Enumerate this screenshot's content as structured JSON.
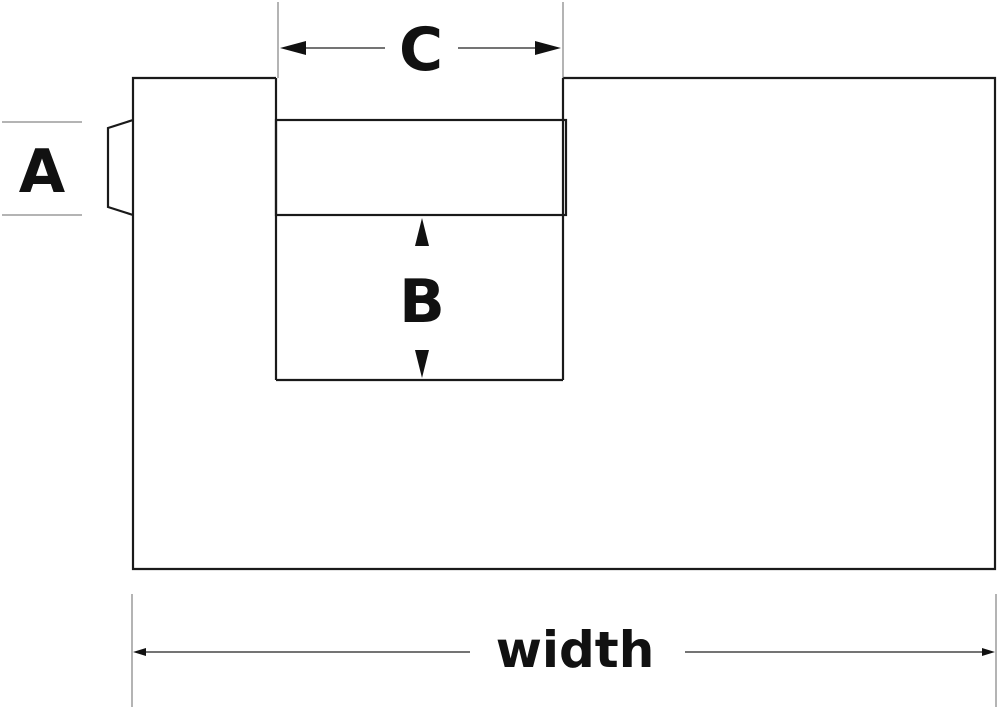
{
  "labels": {
    "a": "A",
    "b": "B",
    "c": "C",
    "width": "width"
  },
  "colors": {
    "stroke": "#1a1a1a",
    "background": "#ffffff"
  }
}
